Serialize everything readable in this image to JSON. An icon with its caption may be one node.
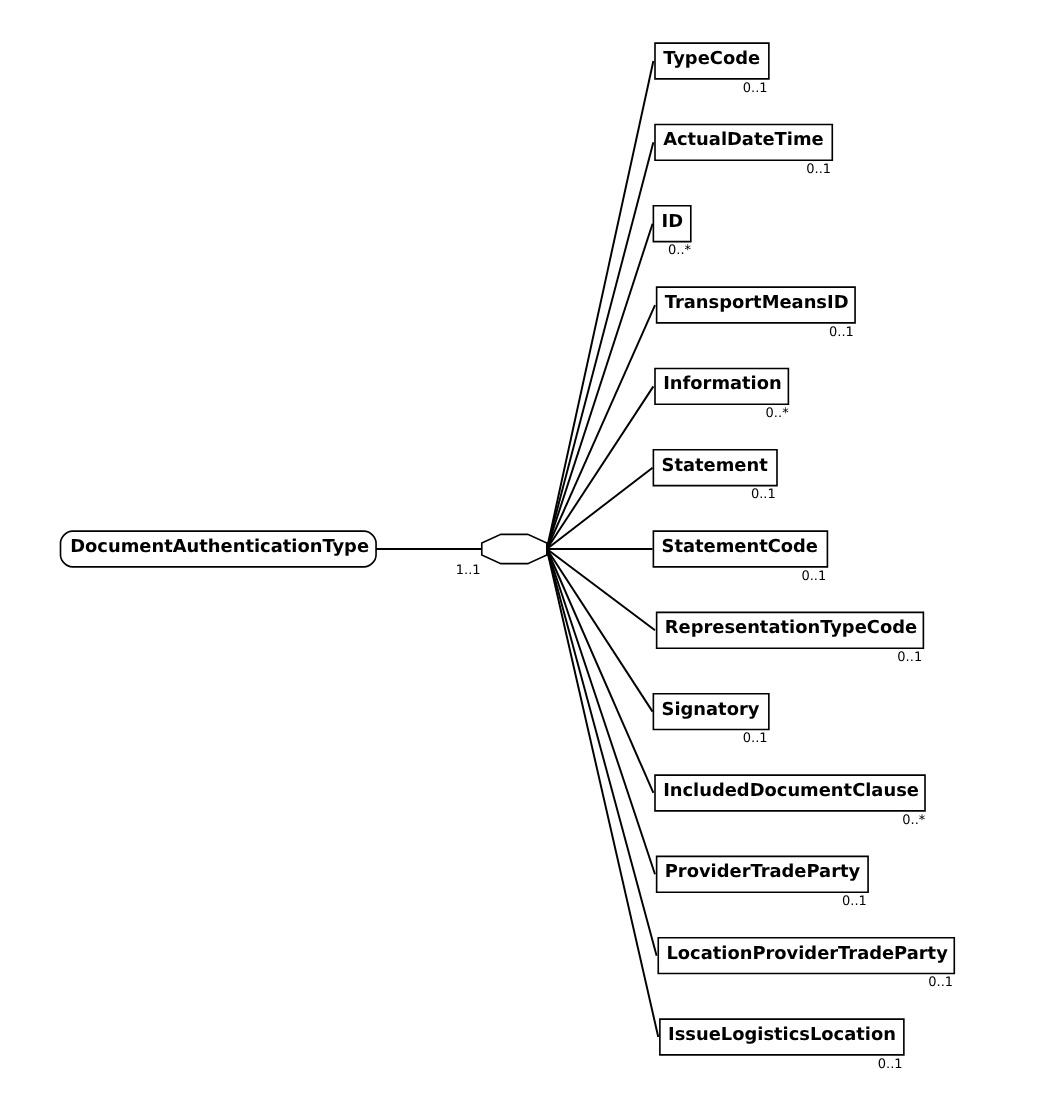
{
  "diagram": {
    "nodes": [
      {
        "text": [
          "DocumentAuthenticationType"
        ]
      },
      {
        "text": [],
        "shape": "octagon",
        "beside": [
          "1..1"
        ]
      },
      {
        "text": [
          "TypeCode"
        ],
        "beside": [
          "0..1"
        ]
      },
      {
        "text": [
          "ActualDateTime"
        ],
        "beside": [
          "0..1"
        ]
      },
      {
        "text": [
          "ID"
        ],
        "beside": [
          "0..*"
        ]
      },
      {
        "text": [
          "TransportMeansID"
        ],
        "beside": [
          "0..1"
        ]
      },
      {
        "text": [
          "Information"
        ],
        "beside": [
          "0..*"
        ]
      },
      {
        "text": [
          "Statement"
        ],
        "beside": [
          "0..1"
        ]
      },
      {
        "text": [
          "StatementCode"
        ],
        "beside": [
          "0..1"
        ]
      },
      {
        "text": [
          "RepresentationTypeCode"
        ],
        "beside": [
          "0..1"
        ]
      },
      {
        "text": [
          "Signatory"
        ],
        "beside": [
          "0..1"
        ]
      },
      {
        "text": [
          "IncludedDocumentClause"
        ],
        "beside": [
          "0..*"
        ]
      },
      {
        "text": [
          "ProviderTradeParty"
        ],
        "beside": [
          "0..1"
        ]
      },
      {
        "text": [
          "LocationProviderTradeParty"
        ],
        "beside": [
          "0..1"
        ]
      },
      {
        "text": [
          "IssueLogisticsLocation"
        ],
        "beside": [
          "0..1"
        ]
      }
    ],
    "edges": [
      {
        "from": 0,
        "to": 1,
        "arrow": "none"
      },
      {
        "from": 1,
        "to": 2,
        "arrow": "none"
      },
      {
        "from": 1,
        "to": 3,
        "arrow": "none"
      },
      {
        "from": 1,
        "to": 4,
        "arrow": "none"
      },
      {
        "from": 1,
        "to": 5,
        "arrow": "none"
      },
      {
        "from": 1,
        "to": 6,
        "arrow": "none"
      },
      {
        "from": 1,
        "to": 7,
        "arrow": "none"
      },
      {
        "from": 1,
        "to": 8,
        "arrow": "none"
      },
      {
        "from": 1,
        "to": 9,
        "arrow": "none"
      },
      {
        "from": 1,
        "to": 10,
        "arrow": "none"
      },
      {
        "from": 1,
        "to": 11,
        "arrow": "none"
      },
      {
        "from": 1,
        "to": 12,
        "arrow": "none"
      },
      {
        "from": 1,
        "to": 13,
        "arrow": "none"
      },
      {
        "from": 1,
        "to": 14,
        "arrow": "none"
      }
    ]
  }
}
